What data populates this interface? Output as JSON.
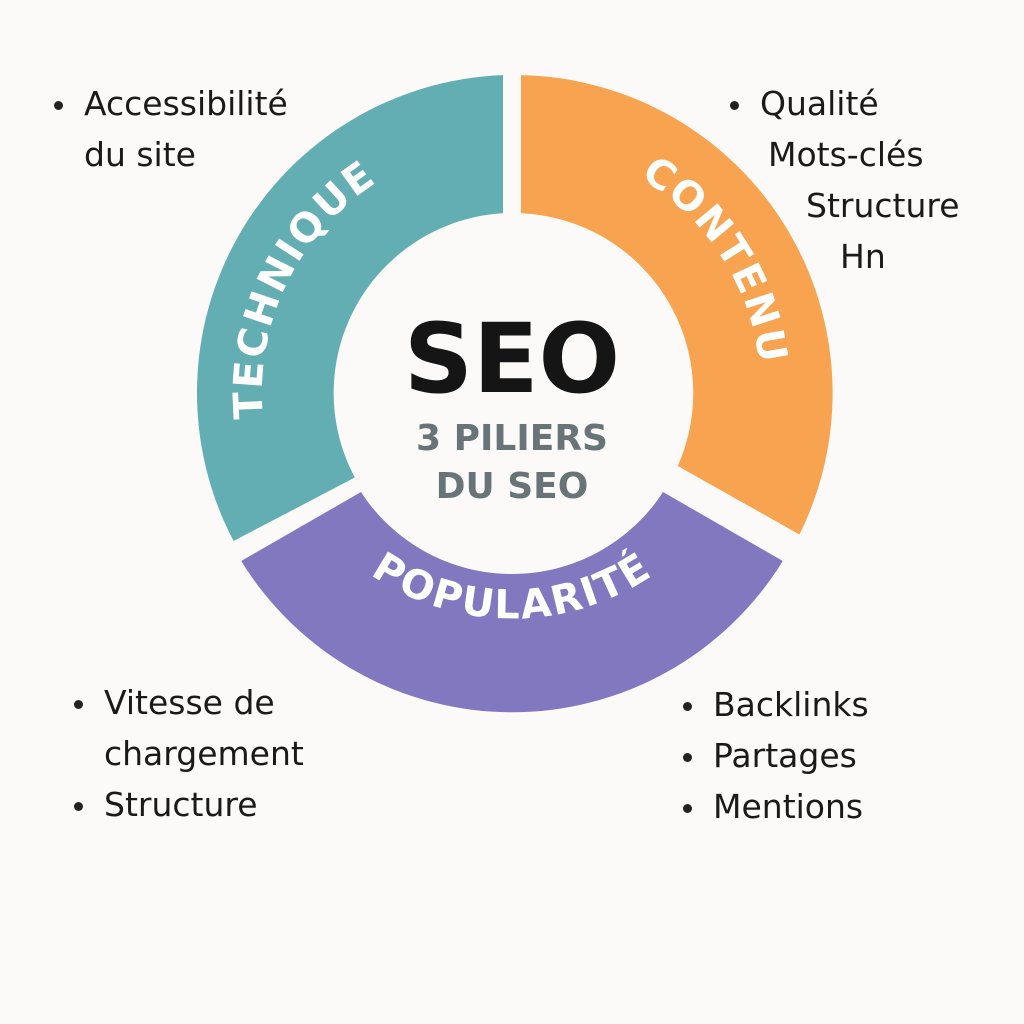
{
  "center": {
    "title": "SEO",
    "subtitle_line1": "3 PILIERS",
    "subtitle_line2": "DU SEO"
  },
  "segments": [
    {
      "id": "technique",
      "label": "TECHNIQUE",
      "color": "#62aeb2"
    },
    {
      "id": "contenu",
      "label": "CONTENU",
      "color": "#f7a34f"
    },
    {
      "id": "popularite",
      "label": "POPULARITÉ",
      "color": "#8278c0"
    }
  ],
  "lists": {
    "top_left": [
      {
        "text": "Accessibilité",
        "bullet": true
      },
      {
        "text": "du site",
        "bullet": false
      }
    ],
    "top_right": [
      {
        "text": "Qualité",
        "bullet": true
      },
      {
        "text": "Mots-clés",
        "bullet": false
      },
      {
        "text": "Structure",
        "bullet": false
      },
      {
        "text": "Hn",
        "bullet": false
      }
    ],
    "bottom_left": [
      {
        "text": "Vitesse de",
        "bullet": true
      },
      {
        "text": "chargement",
        "bullet": false
      },
      {
        "text": "Structure",
        "bullet": true
      }
    ],
    "bottom_right": [
      {
        "text": "Backlinks",
        "bullet": true
      },
      {
        "text": "Partages",
        "bullet": true
      },
      {
        "text": "Mentions",
        "bullet": true
      }
    ]
  },
  "colors": {
    "background": "#fbfaf8",
    "technique": "#62aeb2",
    "contenu": "#f7a34f",
    "popularite": "#8278c0",
    "title": "#151515",
    "subtitle": "#687478"
  }
}
